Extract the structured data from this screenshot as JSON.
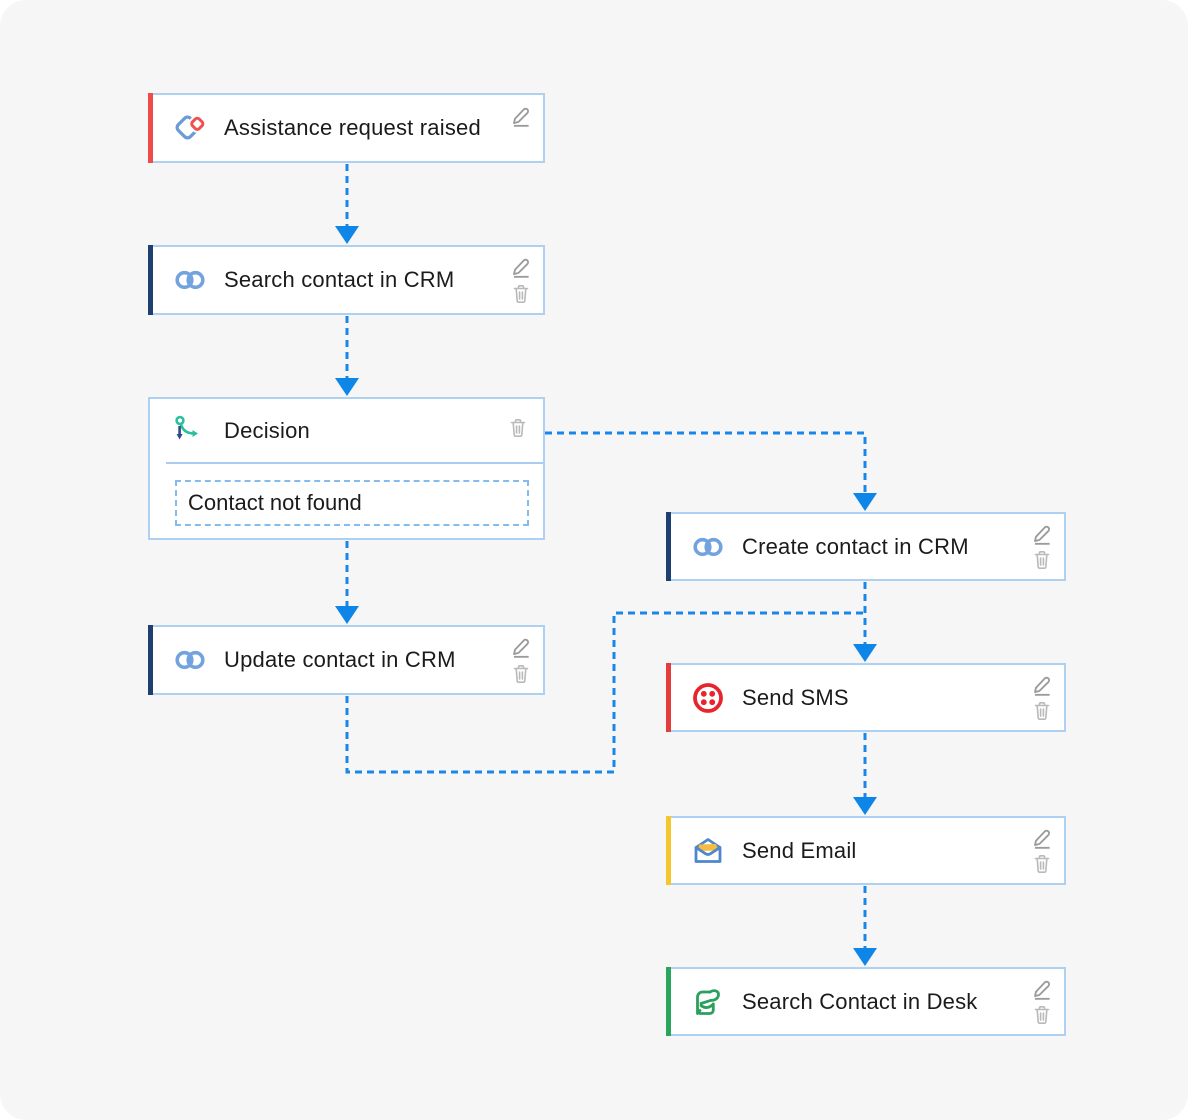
{
  "flow": {
    "background_color": "#f6f6f7",
    "connector_color": "#1a87e8",
    "box_border_color": "#aed0f2",
    "nodes": [
      {
        "label": "Assistance request raised",
        "icon": "zoho-creator-icon",
        "accent": "#ef4b4b",
        "actions": [
          "edit"
        ]
      },
      {
        "label": "Search contact in CRM",
        "icon": "zoho-crm-icon",
        "accent": "#1e3f70",
        "actions": [
          "edit",
          "delete"
        ]
      },
      {
        "label": "Decision",
        "icon": "decision-branch-icon",
        "accent": null,
        "condition": "Contact not found",
        "actions": [
          "delete"
        ]
      },
      {
        "label": "Update contact in CRM",
        "icon": "zoho-crm-icon",
        "accent": "#1e3f70",
        "actions": [
          "edit",
          "delete"
        ]
      },
      {
        "label": "Create contact in CRM",
        "icon": "zoho-crm-icon",
        "accent": "#1e3f70",
        "actions": [
          "edit",
          "delete"
        ]
      },
      {
        "label": "Send SMS",
        "icon": "twilio-icon",
        "accent": "#e43d3d",
        "actions": [
          "edit",
          "delete"
        ]
      },
      {
        "label": "Send Email",
        "icon": "open-envelope-icon",
        "accent": "#f5c62e",
        "actions": [
          "edit",
          "delete"
        ]
      },
      {
        "label": "Search Contact in Desk",
        "icon": "zoho-desk-icon",
        "accent": "#2aa55c",
        "actions": [
          "edit",
          "delete"
        ]
      }
    ],
    "edges": [
      {
        "from": "Assistance request raised",
        "to": "Search contact in CRM"
      },
      {
        "from": "Search contact in CRM",
        "to": "Decision"
      },
      {
        "from": "Decision",
        "to": "Update contact in CRM",
        "branch": "Contact not found"
      },
      {
        "from": "Decision",
        "to": "Create contact in CRM"
      },
      {
        "from": "Create contact in CRM",
        "to": "Send SMS"
      },
      {
        "from": "Update contact in CRM",
        "to": "Send SMS"
      },
      {
        "from": "Send SMS",
        "to": "Send Email"
      },
      {
        "from": "Send Email",
        "to": "Search Contact in Desk"
      }
    ]
  }
}
